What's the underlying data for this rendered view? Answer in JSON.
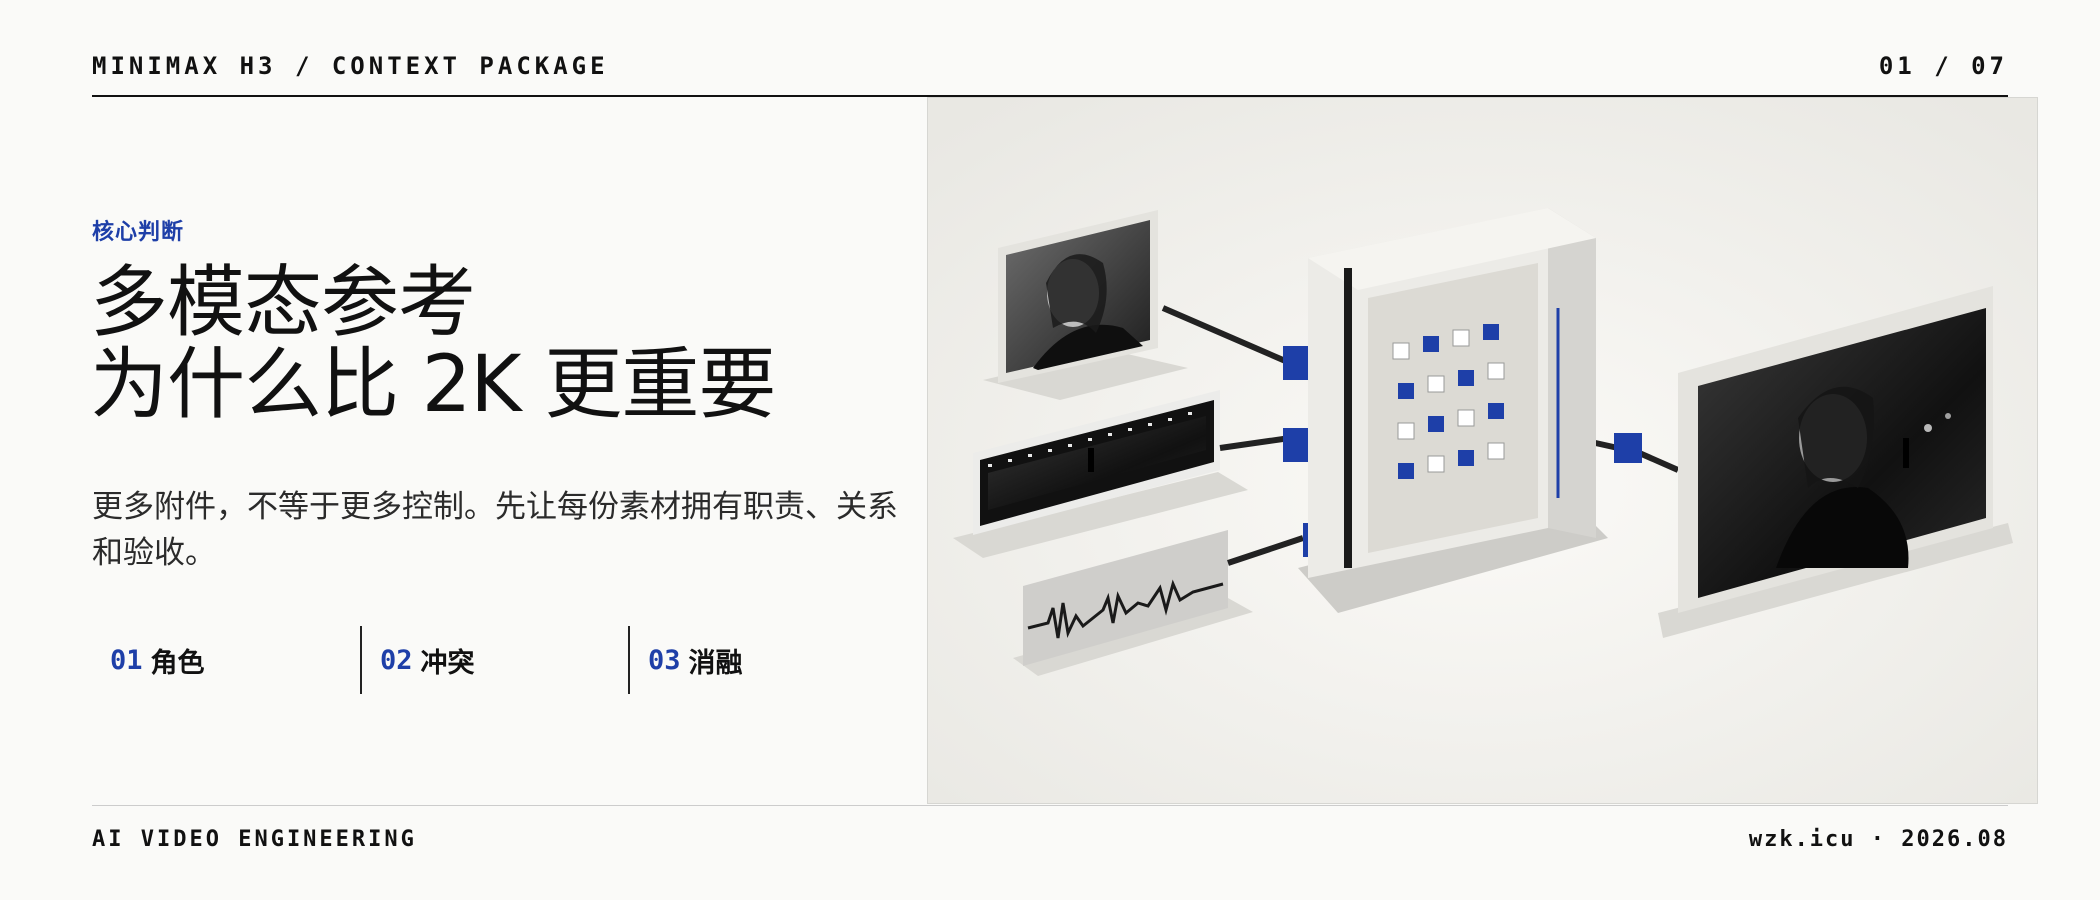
{
  "header": {
    "title": "MINIMAX H3 / CONTEXT PACKAGE",
    "page": "01 / 07"
  },
  "kicker": "核心判断",
  "title": {
    "line1": "多模态参考",
    "line2": "为什么比 2K 更重要"
  },
  "description": "更多附件，不等于更多控制。先让每份素材拥有职责、关系和验收。",
  "pillars": [
    {
      "num": "01",
      "label": "角色"
    },
    {
      "num": "02",
      "label": "冲突"
    },
    {
      "num": "03",
      "label": "消融"
    }
  ],
  "footer": {
    "left": "AI VIDEO ENGINEERING",
    "right": "wzk.icu · 2026.08"
  },
  "colors": {
    "accent": "#1e3fa8",
    "text": "#111111",
    "background": "#fafaf8"
  }
}
